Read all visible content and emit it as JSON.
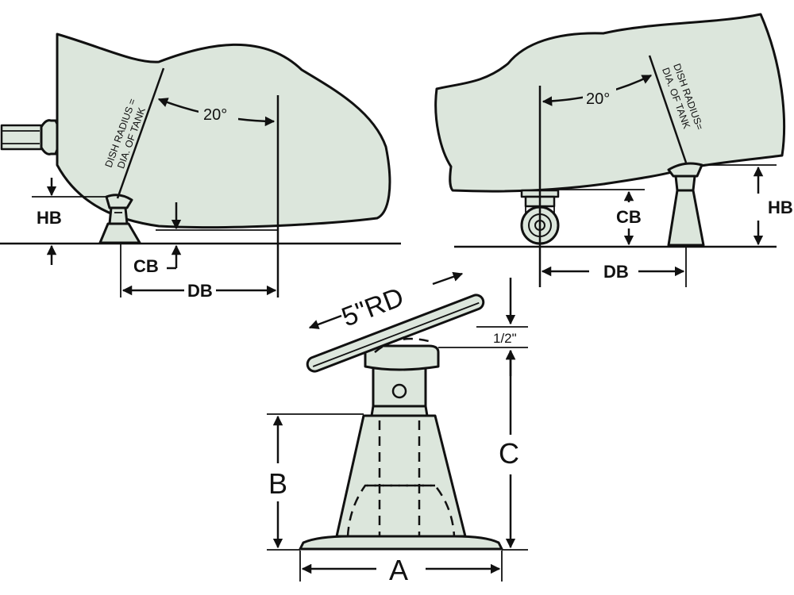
{
  "left_figure": {
    "note_line1": "DISH RADIUS =",
    "note_line2": "DIA. OF TANK",
    "angle": "20°",
    "hb": "HB",
    "cb": "CB",
    "db": "DB"
  },
  "right_figure": {
    "note_line1": "DISH RADIUS=",
    "note_line2": "DIA. OF TANK",
    "angle": "20°",
    "cb": "CB",
    "hb": "HB",
    "db": "DB"
  },
  "stand": {
    "rd": "5\"RD",
    "half_inch": "1/2\"",
    "a": "A",
    "b": "B",
    "c": "C"
  },
  "colors": {
    "fill": "#dce6dc",
    "stroke": "#111111"
  }
}
